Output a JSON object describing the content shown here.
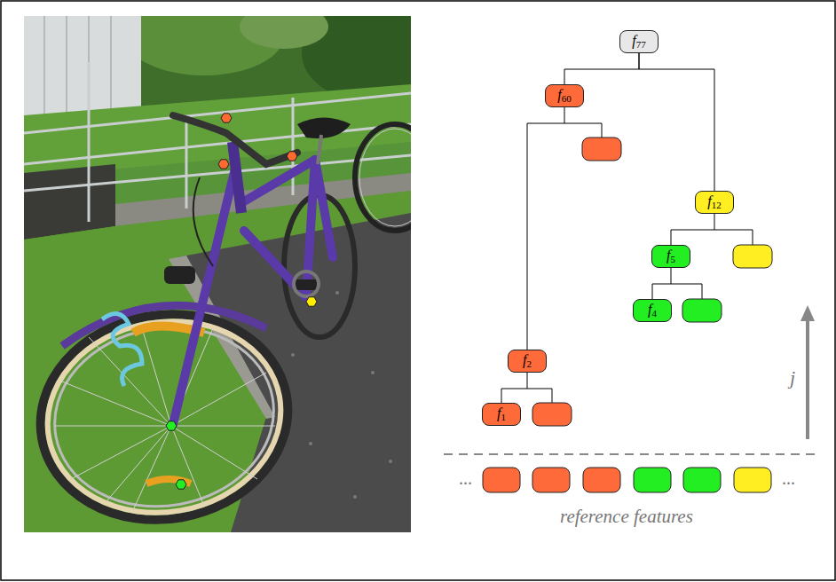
{
  "diagram": {
    "nodes": [
      {
        "text": [
          "f77"
        ]
      },
      {
        "text": [
          "f60"
        ]
      },
      {
        "text": [
          "f12"
        ]
      },
      {
        "text": [
          "f5"
        ]
      },
      {
        "text": [
          "f4"
        ]
      },
      {
        "text": [
          "f2"
        ]
      },
      {
        "text": [
          "f1"
        ]
      }
    ],
    "edges": [
      {
        "from": 0,
        "to": 1,
        "arrow": "none"
      },
      {
        "from": 0,
        "to": 2,
        "arrow": "none"
      },
      {
        "from": 2,
        "to": 3,
        "arrow": "none"
      },
      {
        "from": 3,
        "to": 4,
        "arrow": "none"
      },
      {
        "from": 1,
        "to": 5,
        "arrow": "none"
      },
      {
        "from": 5,
        "to": 6,
        "arrow": "none"
      }
    ],
    "labels": [
      "...",
      "...",
      "reference features",
      "j"
    ]
  }
}
